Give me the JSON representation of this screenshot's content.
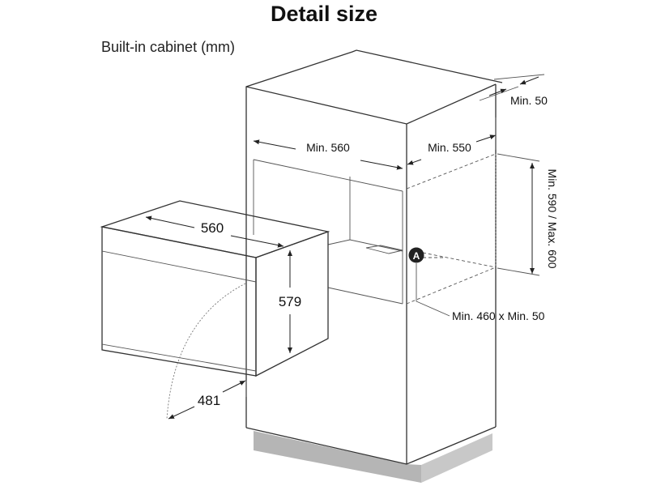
{
  "title": "Detail size",
  "subtitle": "Built-in cabinet (mm)",
  "oven": {
    "width": "560",
    "height": "579",
    "door_depth": "481"
  },
  "cabinet": {
    "min_width": "Min. 560",
    "min_depth": "Min. 550",
    "top_gap": "Min. 50",
    "height_range": "Min. 590 / Max. 600",
    "vent_marker": "A",
    "vent_opening": "Min. 460 x Min. 50"
  },
  "colors": {
    "plinth": "#b5b5b5",
    "line": "#333333"
  }
}
